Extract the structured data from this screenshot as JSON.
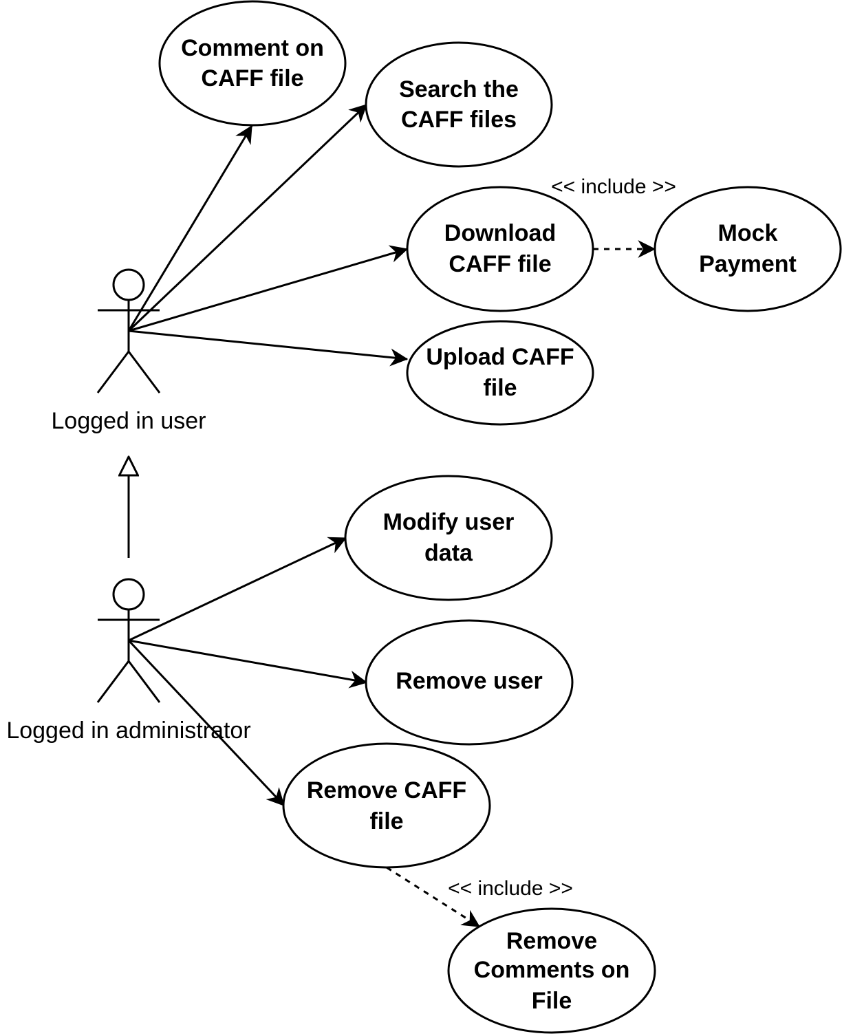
{
  "actors": {
    "user": {
      "label": "Logged in user"
    },
    "admin": {
      "label": "Logged in administrator"
    }
  },
  "use_cases": {
    "comment": {
      "lines": [
        "Comment on",
        "CAFF file"
      ]
    },
    "search": {
      "lines": [
        "Search the",
        "CAFF files"
      ]
    },
    "download": {
      "lines": [
        "Download",
        "CAFF file"
      ]
    },
    "mock_payment": {
      "lines": [
        "Mock",
        "Payment"
      ]
    },
    "upload": {
      "lines": [
        "Upload CAFF",
        "file"
      ]
    },
    "modify_user": {
      "lines": [
        "Modify user",
        "data"
      ]
    },
    "remove_user": {
      "lines": [
        "Remove user"
      ]
    },
    "remove_caff": {
      "lines": [
        "Remove CAFF",
        "file"
      ]
    },
    "remove_comments": {
      "lines": [
        "Remove",
        "Comments on",
        "File"
      ]
    }
  },
  "relations": {
    "include_payment": "<< include >>",
    "include_comments": "<< include >>"
  }
}
